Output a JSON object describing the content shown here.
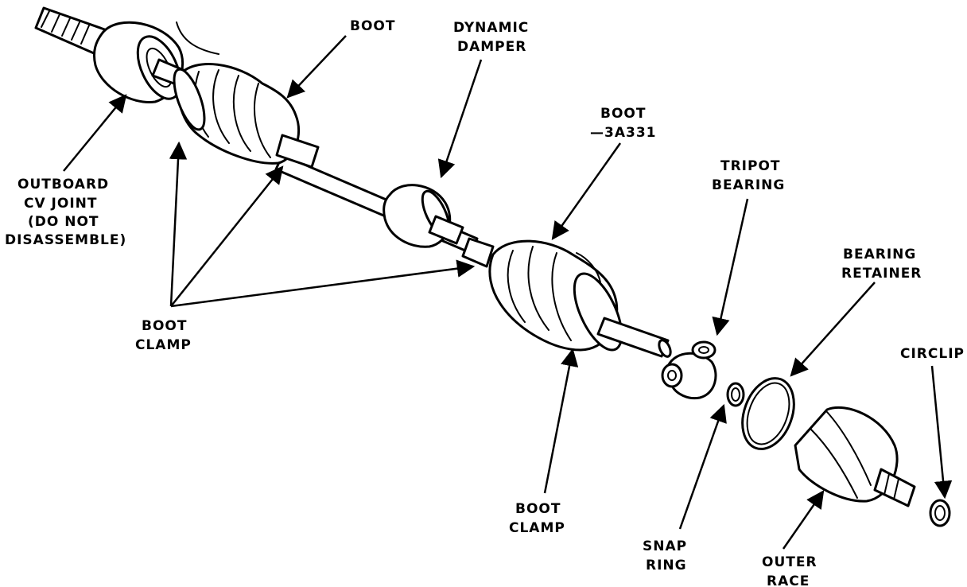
{
  "labels": {
    "boot_top": "BOOT",
    "dynamic_damper": [
      "DYNAMIC",
      "DAMPER"
    ],
    "boot_3a331": [
      "BOOT",
      "—3A331"
    ],
    "tripot_bearing": [
      "TRIPOT",
      "BEARING"
    ],
    "bearing_retainer": [
      "BEARING",
      "RETAINER"
    ],
    "circlip": "CIRCLIP",
    "outboard_cv_joint": [
      "OUTBOARD",
      "CV JOINT",
      "(DO NOT",
      "DISASSEMBLE)"
    ],
    "boot_clamp_left": [
      "BOOT",
      "CLAMP"
    ],
    "boot_clamp_bottom": [
      "BOOT",
      "CLAMP"
    ],
    "snap_ring": [
      "SNAP",
      "RING"
    ],
    "outer_race": [
      "OUTER",
      "RACE"
    ]
  },
  "colors": {
    "ink": "#000000",
    "paper": "#ffffff"
  }
}
